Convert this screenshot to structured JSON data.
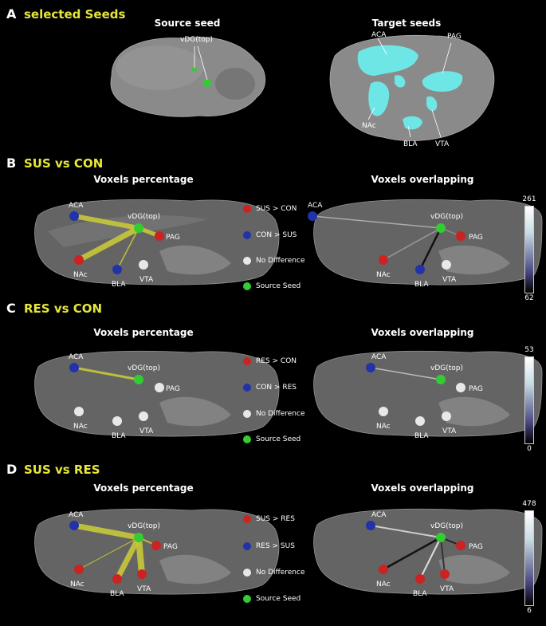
{
  "sections": {
    "A": {
      "letter": "A",
      "title": "selected Seeds",
      "left_header": "Source seed",
      "right_header": "Target seeds"
    },
    "B": {
      "letter": "B",
      "title": "SUS vs CON",
      "left_header": "Voxels percentage",
      "right_header": "Voxels overlapping",
      "legend": [
        "SUS > CON",
        "CON > SUS",
        "No Difference",
        "Source Seed"
      ],
      "cbar_max": "261",
      "cbar_min": "62"
    },
    "C": {
      "letter": "C",
      "title": "RES vs CON",
      "left_header": "Voxels percentage",
      "right_header": "Voxels overlapping",
      "legend": [
        "RES > CON",
        "CON > RES",
        "No Difference",
        "Source Seed"
      ],
      "cbar_max": "53",
      "cbar_min": "0"
    },
    "D": {
      "letter": "D",
      "title": "SUS vs RES",
      "left_header": "Voxels percentage",
      "right_header": "Voxels overlapping",
      "legend": [
        "SUS > RES",
        "RES > SUS",
        "No Difference",
        "Source Seed"
      ],
      "cbar_max": "478",
      "cbar_min": "6"
    }
  },
  "regions": {
    "vdg": "vDG(top)",
    "aca": "ACA",
    "pag": "PAG",
    "nac": "NAc",
    "bla": "BLA",
    "vta": "VTA"
  },
  "colors": {
    "title_accent": "#e6e63c",
    "red": "#cc2222",
    "blue": "#2233aa",
    "white": "#e8e8e8",
    "green": "#33cc33",
    "cyan": "#6fe6e6"
  }
}
